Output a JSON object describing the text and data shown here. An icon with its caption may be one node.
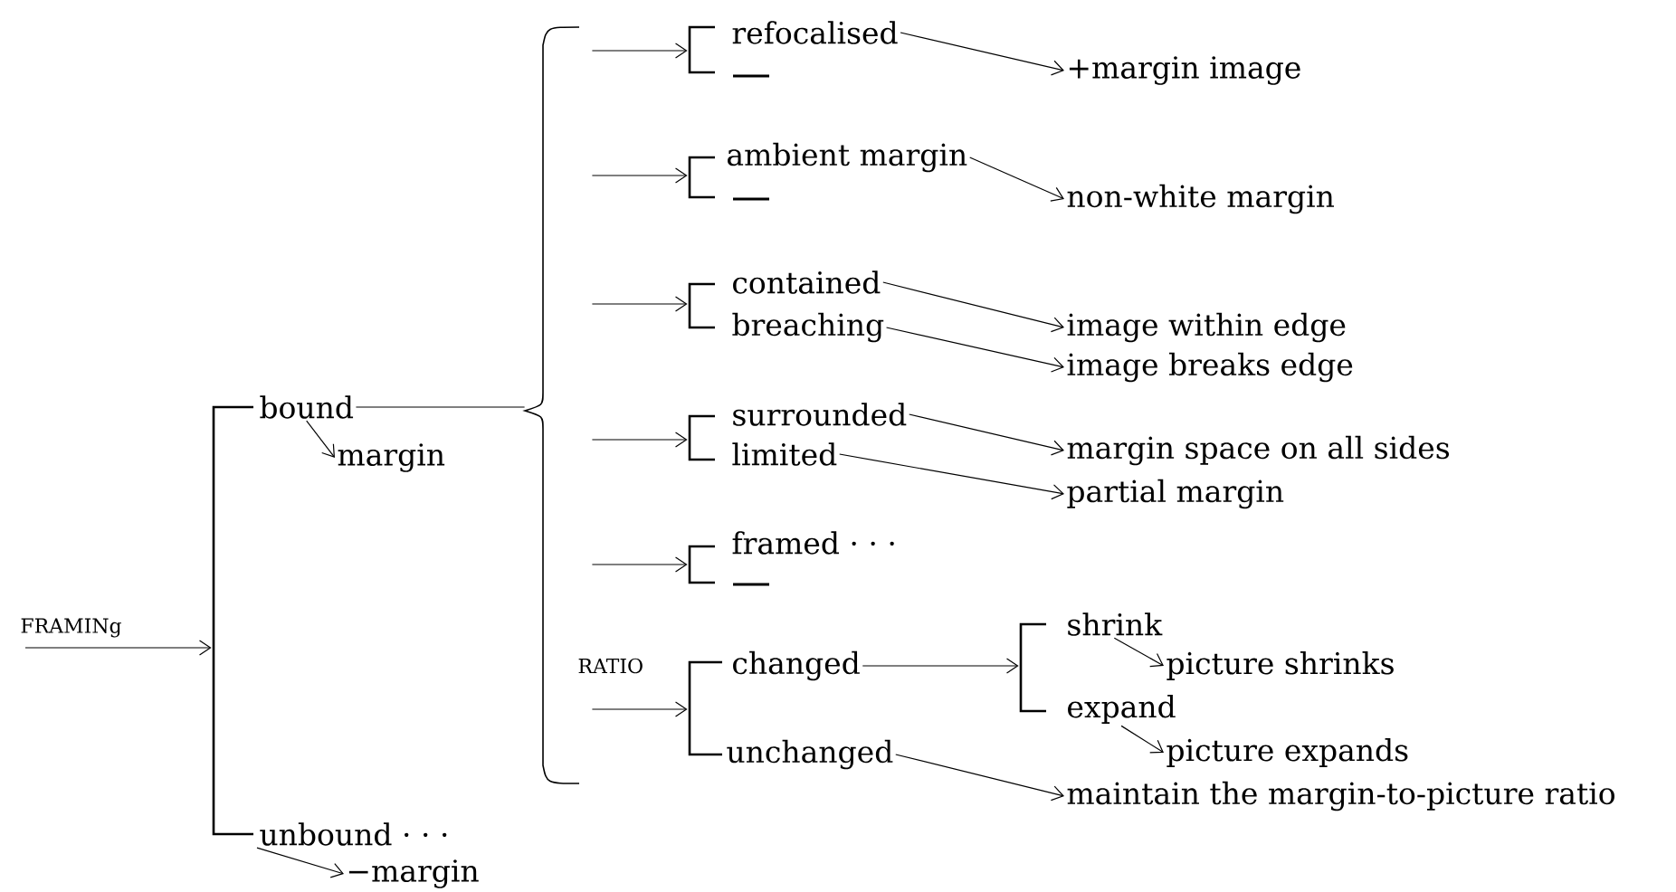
{
  "diagram": {
    "nodes": [
      {
        "text": [],
        "shape": "bracket"
      },
      {
        "text": [
          "bound"
        ]
      },
      {
        "text": [
          "margin"
        ]
      },
      {
        "text": [
          "unbound · · ·"
        ]
      },
      {
        "text": [
          "−margin"
        ]
      },
      {
        "text": [],
        "shape": "brace"
      },
      {
        "text": [],
        "shape": "bracket"
      },
      {
        "text": [
          "refocalised"
        ]
      },
      {
        "text": [],
        "shape": "bar"
      },
      {
        "text": [
          "+margin image"
        ]
      },
      {
        "text": [],
        "shape": "bracket"
      },
      {
        "text": [
          "ambient margin"
        ]
      },
      {
        "text": [],
        "shape": "bar"
      },
      {
        "text": [
          "non-white margin"
        ]
      },
      {
        "text": [],
        "shape": "bracket"
      },
      {
        "text": [
          "contained"
        ]
      },
      {
        "text": [
          "breaching"
        ]
      },
      {
        "text": [
          "image within edge"
        ]
      },
      {
        "text": [
          "image breaks edge"
        ]
      },
      {
        "text": [],
        "shape": "bracket"
      },
      {
        "text": [
          "surrounded"
        ]
      },
      {
        "text": [
          "limited"
        ]
      },
      {
        "text": [
          "margin space on all sides"
        ]
      },
      {
        "text": [
          "partial margin"
        ]
      },
      {
        "text": [],
        "shape": "bracket"
      },
      {
        "text": [
          "framed · · ·"
        ]
      },
      {
        "text": [],
        "shape": "bar"
      },
      {
        "text": [],
        "shape": "bracket"
      },
      {
        "text": [
          "changed"
        ]
      },
      {
        "text": [
          "unchanged"
        ]
      },
      {
        "text": [],
        "shape": "bracket"
      },
      {
        "text": [
          "shrink"
        ]
      },
      {
        "text": [
          "picture shrinks"
        ]
      },
      {
        "text": [
          "expand"
        ]
      },
      {
        "text": [
          "picture expands"
        ]
      },
      {
        "text": [
          "maintain the margin-to-picture ratio"
        ]
      }
    ],
    "edges": [
      {
        "from": null,
        "to": 0,
        "arrow": "to",
        "label": "FRAMINg"
      },
      {
        "from": 1,
        "to": 2,
        "arrow": "to"
      },
      {
        "from": 3,
        "to": 4,
        "arrow": "to"
      },
      {
        "from": 1,
        "to": 5,
        "arrow": "none"
      },
      {
        "from": 5,
        "to": 6,
        "arrow": "to"
      },
      {
        "from": 5,
        "to": 10,
        "arrow": "to"
      },
      {
        "from": 5,
        "to": 14,
        "arrow": "to"
      },
      {
        "from": 5,
        "to": 19,
        "arrow": "to"
      },
      {
        "from": 5,
        "to": 24,
        "arrow": "to"
      },
      {
        "from": 5,
        "to": 27,
        "arrow": "to",
        "label": "RATIO"
      },
      {
        "from": 7,
        "to": 9,
        "arrow": "to"
      },
      {
        "from": 11,
        "to": 13,
        "arrow": "to"
      },
      {
        "from": 15,
        "to": 17,
        "arrow": "to"
      },
      {
        "from": 16,
        "to": 18,
        "arrow": "to"
      },
      {
        "from": 20,
        "to": 22,
        "arrow": "to"
      },
      {
        "from": 21,
        "to": 23,
        "arrow": "to"
      },
      {
        "from": 28,
        "to": 30,
        "arrow": "to"
      },
      {
        "from": 31,
        "to": 32,
        "arrow": "to"
      },
      {
        "from": 33,
        "to": 34,
        "arrow": "to"
      },
      {
        "from": 29,
        "to": 35,
        "arrow": "to"
      }
    ]
  }
}
